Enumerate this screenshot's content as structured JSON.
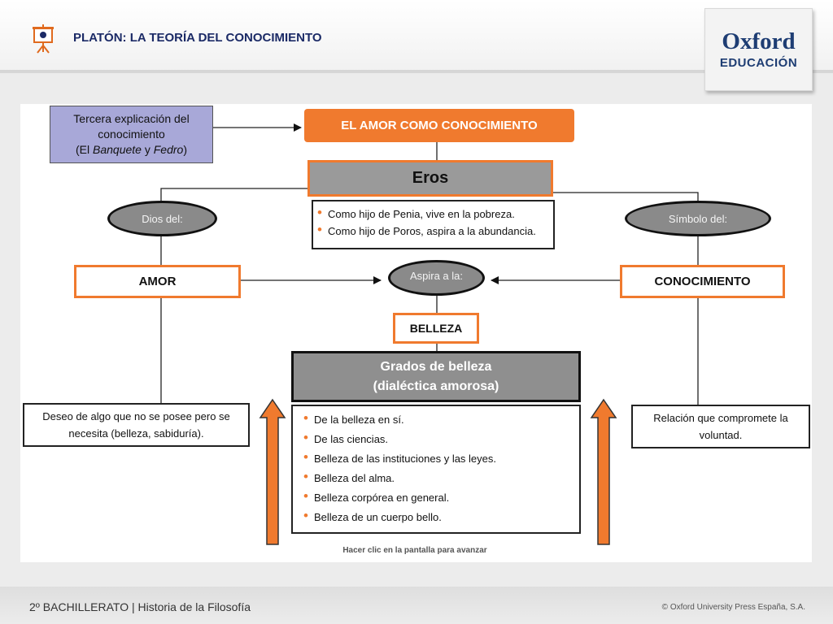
{
  "header": {
    "title": "PLATÓN: LA TEORÍA DEL CONOCIMIENTO",
    "logo_line1": "Oxford",
    "logo_line2": "EDUCACIÓN"
  },
  "diagram": {
    "intro": {
      "line1": "Tercera explicación del",
      "line2": "conocimiento",
      "line3_pre": "(El ",
      "line3_it1": "Banquete",
      "line3_mid": " y ",
      "line3_it2": "Fedro",
      "line3_post": ")"
    },
    "main_title": "EL AMOR COMO CONOCIMIENTO",
    "eros": "Eros",
    "eros_points": [
      "Como hijo de Penia, vive en la pobreza.",
      "Como hijo de Poros, aspira a la abundancia."
    ],
    "left_oval": "Dios del:",
    "right_oval": "Símbolo del:",
    "center_oval": "Aspira a la:",
    "amor": "AMOR",
    "conocimiento": "CONOCIMIENTO",
    "belleza": "BELLEZA",
    "grados_line1": "Grados de belleza",
    "grados_line2": "(dialéctica amorosa)",
    "grados_points": [
      "De la belleza en sí.",
      "De las ciencias.",
      "Belleza de las instituciones y las leyes.",
      "Belleza del alma.",
      "Belleza corpórea en general.",
      "Belleza de un cuerpo bello."
    ],
    "amor_desc": "Deseo de algo que no se posee pero se necesita (belleza, sabiduría).",
    "conocimiento_desc": "Relación que compromete la voluntad."
  },
  "hint": "Hacer clic en la pantalla para avanzar",
  "footer": {
    "left": "2º BACHILLERATO | Historia de la Filosofía",
    "right": "© Oxford University Press España, S.A."
  },
  "colors": {
    "accent_orange": "#f07a2e",
    "title_navy": "#1b2a66",
    "purple_box": "#a8a8d8",
    "grey_box": "#9a9a9a"
  }
}
